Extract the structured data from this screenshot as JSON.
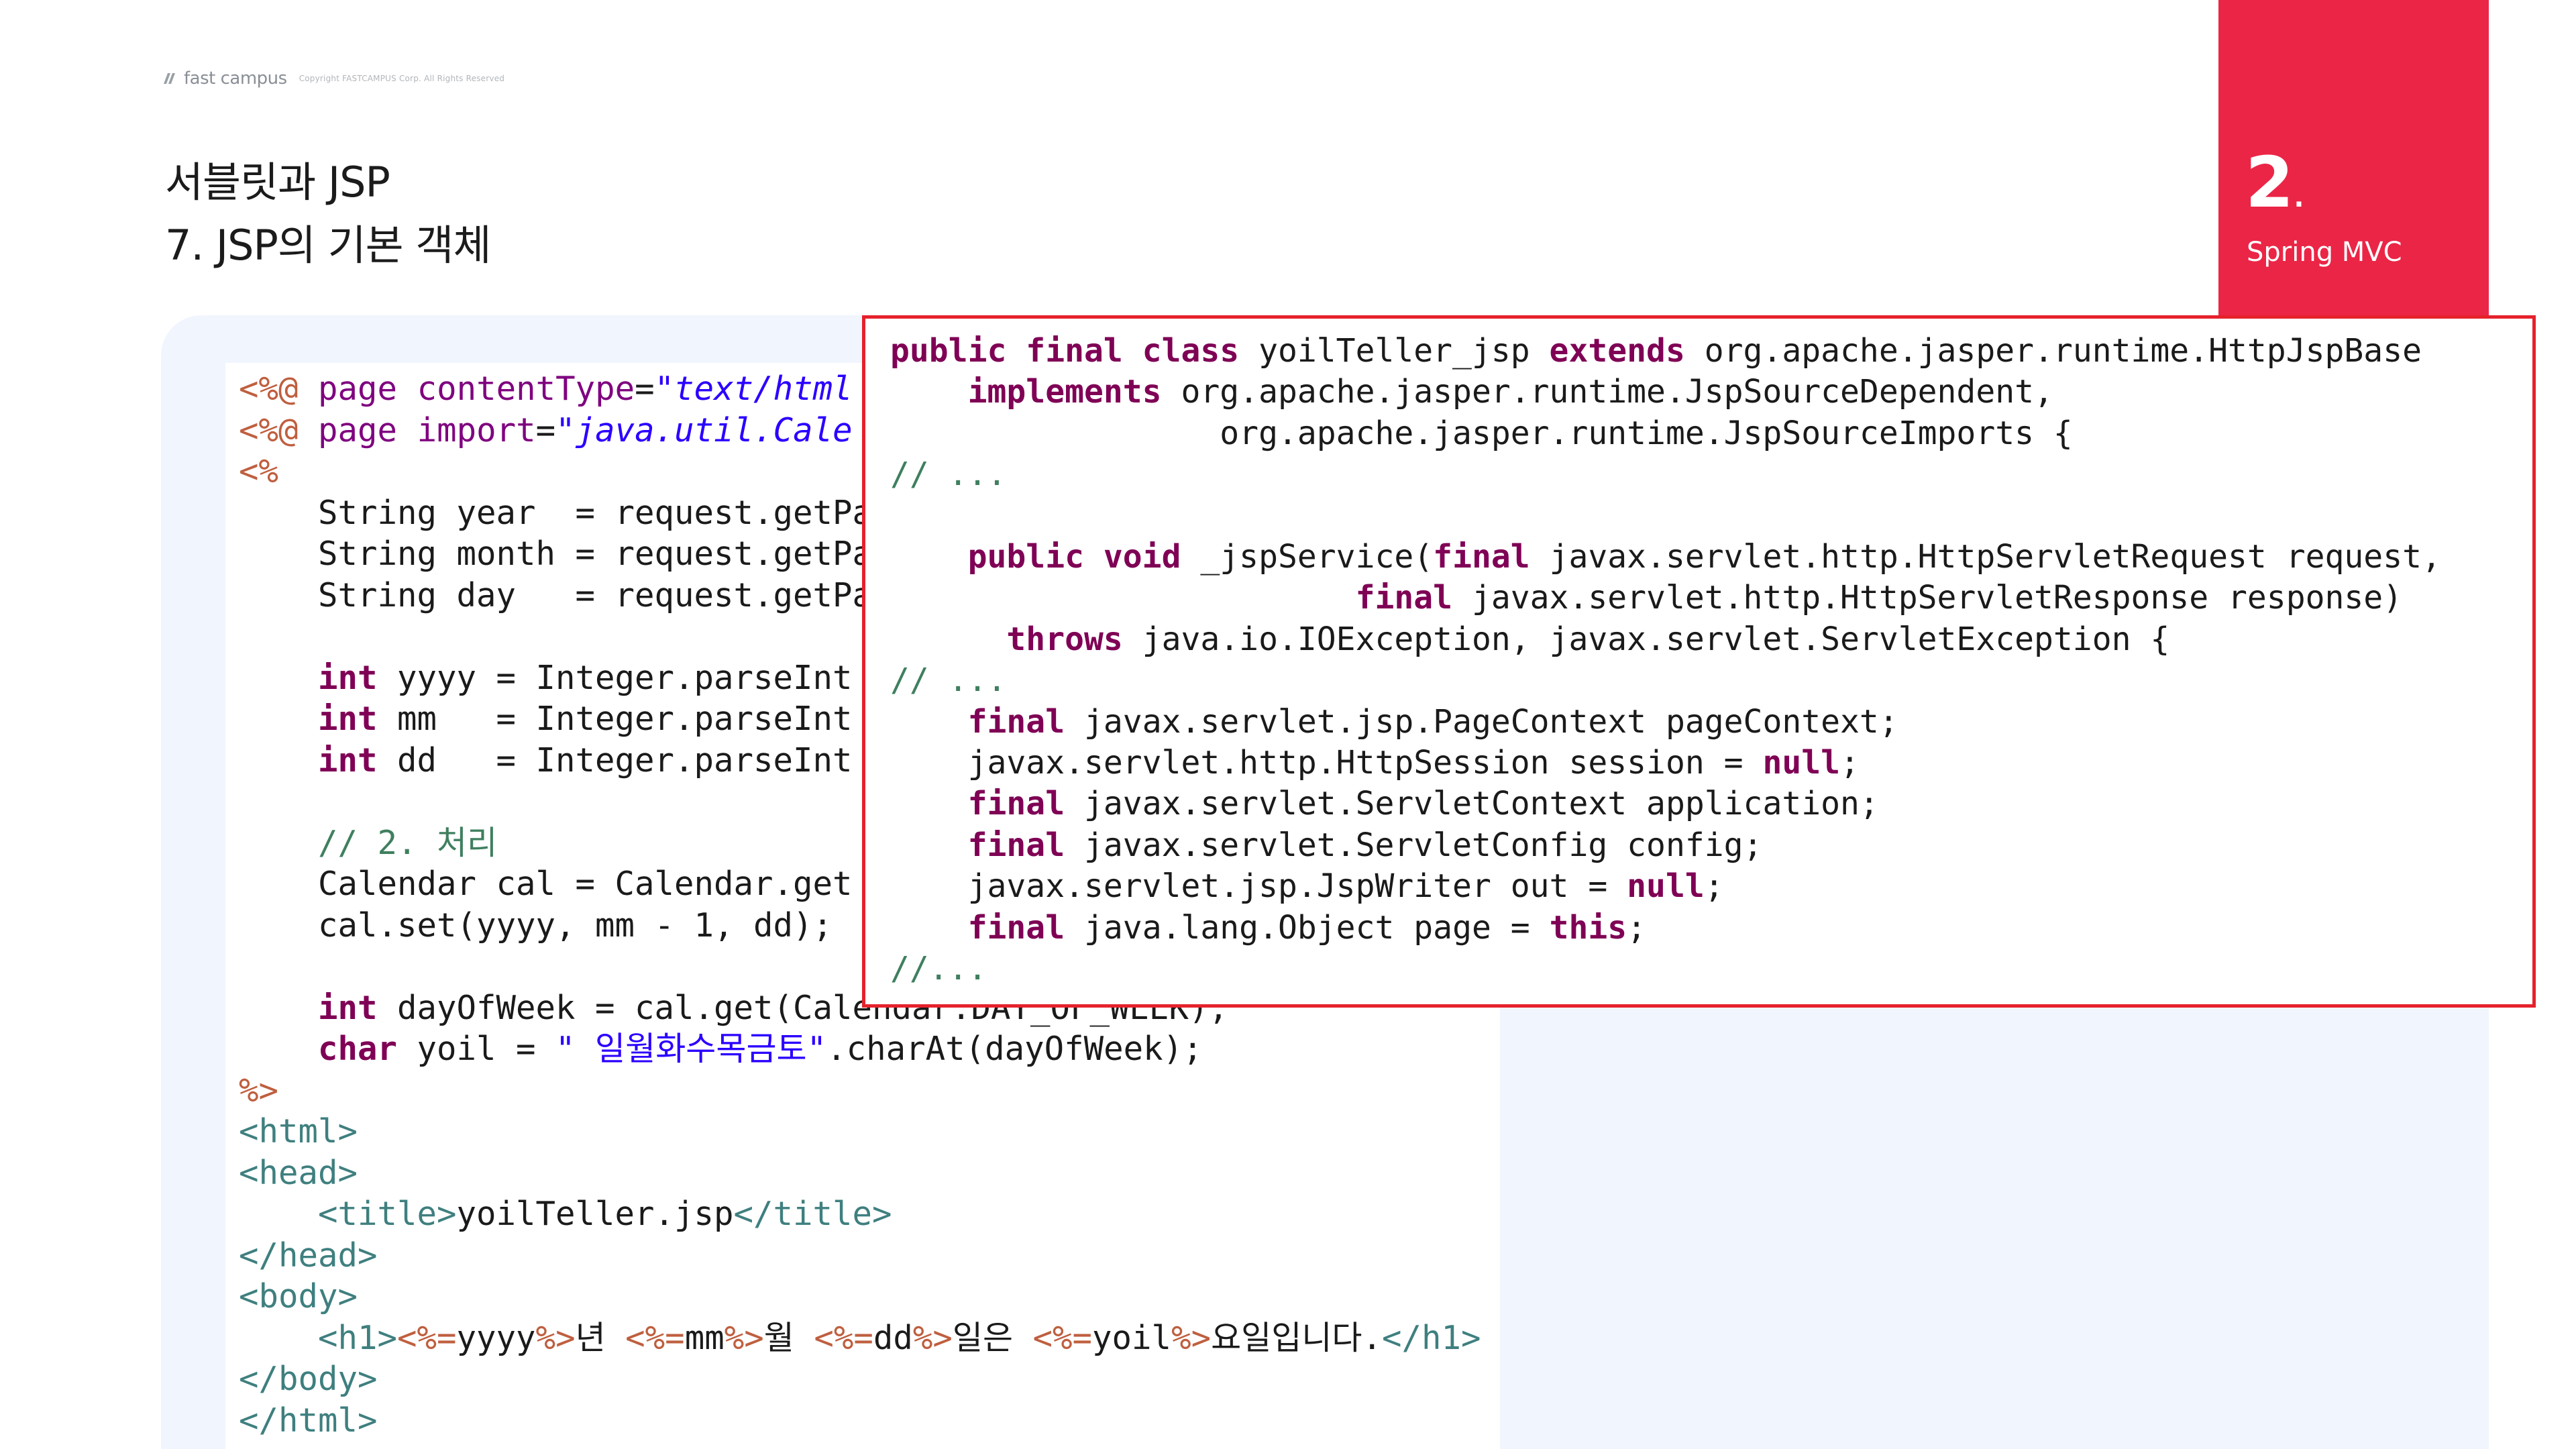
{
  "header": {
    "brand": "fast campus",
    "copyright": "Copyright FASTCAMPUS Corp. All Rights Reserved",
    "title_line1": "서블릿과 JSP",
    "title_line2": "7. JSP의 기본 객체"
  },
  "section": {
    "number": "2",
    "dot": ".",
    "name": "Spring MVC"
  },
  "icons": {
    "brand_mark": "fastcampus-logo-icon"
  },
  "colors": {
    "accent": "#eb2546",
    "overlay_border": "#e5212c",
    "code_background": "#f1f5fd",
    "keyword": "#7f0055",
    "comment": "#3f7f5f",
    "jsp_delimiter": "#bf5f3f",
    "html_tag": "#3f7f7f",
    "string": "#2a00ff"
  },
  "code": {
    "c01": "<%@",
    "c02": "page",
    "c03": "contentType",
    "c04": "=",
    "c05": "\"text/html",
    "c06": "<%@",
    "c07": "page",
    "c08": "import",
    "c09": "=",
    "c10": "\"java.util.Cale",
    "c11": "<%",
    "c12": "    String year  = request.getPa",
    "c13": "    String month = request.getPa",
    "c14": "    String day   = request.getPa",
    "c15": "int",
    "c16": " yyyy = Integer.parseInt",
    "c17": "int",
    "c18": " mm   = Integer.parseInt",
    "c19": "int",
    "c20": " dd   = Integer.parseInt",
    "c21": "// 2. 처리",
    "c22": "    Calendar cal = Calendar.get",
    "c23": "    cal.set(yyyy, mm - 1, dd);",
    "c24": "int",
    "c25": " dayOfWeek = cal.get(Calendar.DAY_OF_WEEK);",
    "c26": "char",
    "c27": " yoil = ",
    "c28": "\" 일월화수목금토\"",
    "c29": ".charAt(dayOfWeek);",
    "c30": "%>",
    "c31": "<html>",
    "c32": "<head>",
    "c33": "<title>",
    "c34": "yoilTeller.jsp",
    "c35": "</title>",
    "c36": "</head>",
    "c37": "<body>",
    "c38": "<h1>",
    "c39": "<%=",
    "c40": "yyyy",
    "c41": "%>",
    "c42": "년 ",
    "c43": "<%=",
    "c44": "mm",
    "c45": "%>",
    "c46": "월 ",
    "c47": "<%=",
    "c48": "dd",
    "c49": "%>",
    "c50": "일은 ",
    "c51": "<%=",
    "c52": "yoil",
    "c53": "%>",
    "c54": "요일입니다.",
    "c55": "</h1>",
    "c56": "</body>",
    "c57": "</html>"
  },
  "overlay": {
    "o01": "public final class",
    "o02": " yoilTeller_jsp ",
    "o03": "extends",
    "o04": " org.apache.jasper.runtime.HttpJspBase",
    "o05": "implements",
    "o06": " org.apache.jasper.runtime.JspSourceDependent,",
    "o07": "                 org.apache.jasper.runtime.JspSourceImports {",
    "o08": "// ...",
    "o09": "public void",
    "o10": " _jspService(",
    "o11": "final",
    "o12": " javax.servlet.http.HttpServletRequest request,",
    "o13": "final",
    "o14": " javax.servlet.http.HttpServletResponse response)",
    "o15": "throws",
    "o16": " java.io.IOException, javax.servlet.ServletException {",
    "o17": "// ...",
    "o18": "final",
    "o19": " javax.servlet.jsp.PageContext pageContext;",
    "o20": "    javax.servlet.http.HttpSession session = ",
    "o21": "null",
    "o22": ";",
    "o23": "final",
    "o24": " javax.servlet.ServletContext application;",
    "o25": "final",
    "o26": " javax.servlet.ServletConfig config;",
    "o27": "    javax.servlet.jsp.JspWriter out = ",
    "o28": "null",
    "o29": ";",
    "o30": "final",
    "o31": " java.lang.Object page = ",
    "o32": "this",
    "o33": ";",
    "o34": "//..."
  }
}
